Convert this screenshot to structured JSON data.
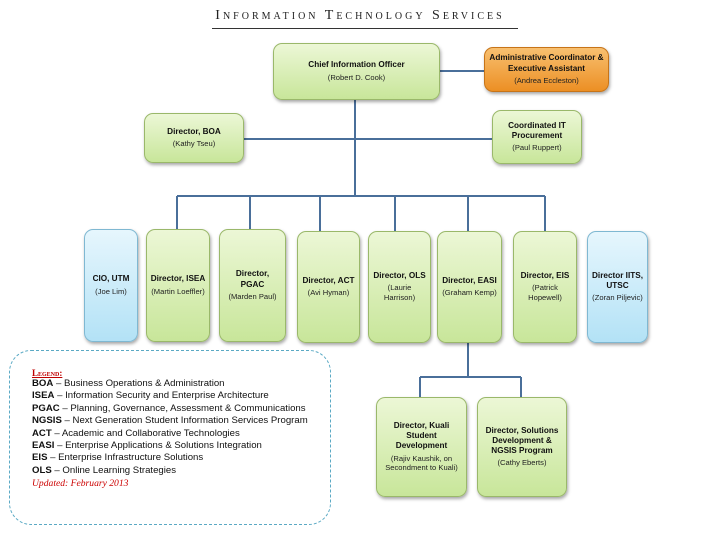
{
  "title": "Information Technology Services",
  "nodes": {
    "cio": {
      "title": "Chief Information Officer",
      "name": "(Robert D. Cook)"
    },
    "admin": {
      "title": "Administrative Coordinator & Executive Assistant",
      "name": "(Andrea Eccleston)"
    },
    "boa": {
      "title": "Director, BOA",
      "name": "(Kathy Tseu)"
    },
    "procurement": {
      "title": "Coordinated IT Procurement",
      "name": "(Paul Ruppert)"
    },
    "utm": {
      "title": "CIO, UTM",
      "name": "(Joe Lim)"
    },
    "isea": {
      "title": "Director, ISEA",
      "name": "(Martin Loeffler)"
    },
    "pgac": {
      "title": "Director, PGAC",
      "name": "(Marden Paul)"
    },
    "act": {
      "title": "Director, ACT",
      "name": "(Avi Hyman)"
    },
    "ols": {
      "title": "Director, OLS",
      "name": "(Laurie Harrison)"
    },
    "easi": {
      "title": "Director, EASI",
      "name": "(Graham Kemp)"
    },
    "eis": {
      "title": "Director, EIS",
      "name": "(Patrick Hopewell)"
    },
    "utsc": {
      "title": "Director IITS, UTSC",
      "name": "(Zoran Piljevic)"
    },
    "kuali": {
      "title": "Director, Kuali Student Development",
      "name": "(Rajiv Kaushik, on Secondment to Kuali)"
    },
    "ngsis": {
      "title": "Director, Solutions Development & NGSIS Program",
      "name": "(Cathy Eberts)"
    }
  },
  "legend": {
    "title": "Legend:",
    "items": [
      {
        "abbr": "BOA",
        "text": " – Business Operations & Administration"
      },
      {
        "abbr": "ISEA",
        "text": " – Information Security and Enterprise Architecture"
      },
      {
        "abbr": "PGAC",
        "text": " – Planning, Governance, Assessment & Communications "
      },
      {
        "abbr": "ACT",
        "text": " – Academic and Collaborative Technologies"
      },
      {
        "abbr": "EASI",
        "text": " – Enterprise Applications & Solutions Integration"
      },
      {
        "abbr": "EIS",
        "text": " – Enterprise Infrastructure Solutions"
      },
      {
        "abbr": "OLS",
        "text": " – Online Learning Strategies"
      }
    ],
    "pgac_extra": {
      "abbr": "NGSIS",
      "text": " – Next Generation Student Information Services Program"
    },
    "updated": "Updated: February 2013"
  },
  "colors": {
    "green": "#c8e69a",
    "blue": "#b3e2f6",
    "orange": "#ec8f24",
    "connector": "#4a6f9a",
    "legend_border": "#5aa9c4"
  }
}
